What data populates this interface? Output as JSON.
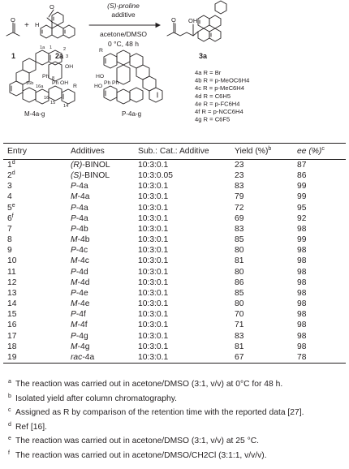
{
  "scheme": {
    "arrow_top": "(S)-proline",
    "arrow_top2": "additive",
    "arrow_bottom": "acetone/DMSO",
    "arrow_bottom2": "0 °C, 48 h",
    "compound_1": "1",
    "compound_2a": "2a",
    "compound_3a": "3a",
    "plus": "+",
    "atom_H": "H",
    "atom_O": "O",
    "atom_OH": "OH",
    "label_M": "M-4a-g",
    "label_P": "P-4a-g",
    "ring_labels": [
      "1a",
      "1",
      "2",
      "3",
      "16b",
      "16a",
      "16",
      "15",
      "14",
      "8"
    ],
    "substituents": [
      "4a R = Br",
      "4b R = p-MeOC6H4",
      "4c R = p-MeC6H4",
      "4d R = C6H5",
      "4e R = p-FC6H4",
      "4f R = p-NCC6H4",
      "4g R = C6F5"
    ],
    "hydroxyl_labels": [
      "OH",
      "Ph",
      "Ph",
      "OH",
      "R",
      "R",
      "HO",
      "Ph",
      "Ph",
      "HO"
    ]
  },
  "table": {
    "headers": [
      "Entry",
      "Additives",
      "Sub.: Cat.: Additive",
      "Yield (%)",
      "ee (%)"
    ],
    "header_sups": [
      "",
      "",
      "",
      "b",
      "c"
    ],
    "rows": [
      {
        "entry": "1",
        "sup": "d",
        "add": "(R)-BINOL",
        "ratio": "10:3:0.1",
        "yield": "23",
        "ee": "87"
      },
      {
        "entry": "2",
        "sup": "d",
        "add": "(S)-BINOL",
        "ratio": "10:3:0.05",
        "yield": "23",
        "ee": "86"
      },
      {
        "entry": "3",
        "sup": "",
        "add": "P-4a",
        "ratio": "10:3:0.1",
        "yield": "83",
        "ee": "99"
      },
      {
        "entry": "4",
        "sup": "",
        "add": "M-4a",
        "ratio": "10:3:0.1",
        "yield": "79",
        "ee": "99"
      },
      {
        "entry": "5",
        "sup": "e",
        "add": "P-4a",
        "ratio": "10:3:0.1",
        "yield": "72",
        "ee": "95"
      },
      {
        "entry": "6",
        "sup": "f",
        "add": "P-4a",
        "ratio": "10:3:0.1",
        "yield": "69",
        "ee": "92"
      },
      {
        "entry": "7",
        "sup": "",
        "add": "P-4b",
        "ratio": "10:3:0.1",
        "yield": "83",
        "ee": "98"
      },
      {
        "entry": "8",
        "sup": "",
        "add": "M-4b",
        "ratio": "10:3:0.1",
        "yield": "85",
        "ee": "99"
      },
      {
        "entry": "9",
        "sup": "",
        "add": "P-4c",
        "ratio": "10:3:0.1",
        "yield": "80",
        "ee": "98"
      },
      {
        "entry": "10",
        "sup": "",
        "add": "M-4c",
        "ratio": "10:3:0.1",
        "yield": "81",
        "ee": "98"
      },
      {
        "entry": "11",
        "sup": "",
        "add": "P-4d",
        "ratio": "10:3:0.1",
        "yield": "80",
        "ee": "98"
      },
      {
        "entry": "12",
        "sup": "",
        "add": "M-4d",
        "ratio": "10:3:0.1",
        "yield": "86",
        "ee": "98"
      },
      {
        "entry": "13",
        "sup": "",
        "add": "P-4e",
        "ratio": "10:3:0.1",
        "yield": "85",
        "ee": "98"
      },
      {
        "entry": "14",
        "sup": "",
        "add": "M-4e",
        "ratio": "10:3:0.1",
        "yield": "80",
        "ee": "98"
      },
      {
        "entry": "15",
        "sup": "",
        "add": "P-4f",
        "ratio": "10:3:0.1",
        "yield": "70",
        "ee": "98"
      },
      {
        "entry": "16",
        "sup": "",
        "add": "M-4f",
        "ratio": "10:3:0.1",
        "yield": "71",
        "ee": "98"
      },
      {
        "entry": "17",
        "sup": "",
        "add": "P-4g",
        "ratio": "10:3:0.1",
        "yield": "83",
        "ee": "98"
      },
      {
        "entry": "18",
        "sup": "",
        "add": "M-4g",
        "ratio": "10:3:0.1",
        "yield": "81",
        "ee": "98"
      },
      {
        "entry": "19",
        "sup": "",
        "add": "rac-4a",
        "ratio": "10:3:0.1",
        "yield": "67",
        "ee": "78"
      }
    ]
  },
  "footnotes": [
    {
      "mark": "a",
      "text": "The reaction was carried out in acetone/DMSO (3:1, v/v) at 0°C for 48 h."
    },
    {
      "mark": "b",
      "text": "Isolated yield after column chromatography."
    },
    {
      "mark": "c",
      "text": "Assigned as R by comparison of the retention time with the reported data [27]."
    },
    {
      "mark": "d",
      "text": "Ref [16]."
    },
    {
      "mark": "e",
      "text": "The reaction was carried out in acetone/DMSO (3:1, v/v) at 25 °C."
    },
    {
      "mark": "f",
      "text": "The reaction was carried out in acetone/DMSO/CH2Cl (3:1:1, v/v/v)."
    }
  ]
}
